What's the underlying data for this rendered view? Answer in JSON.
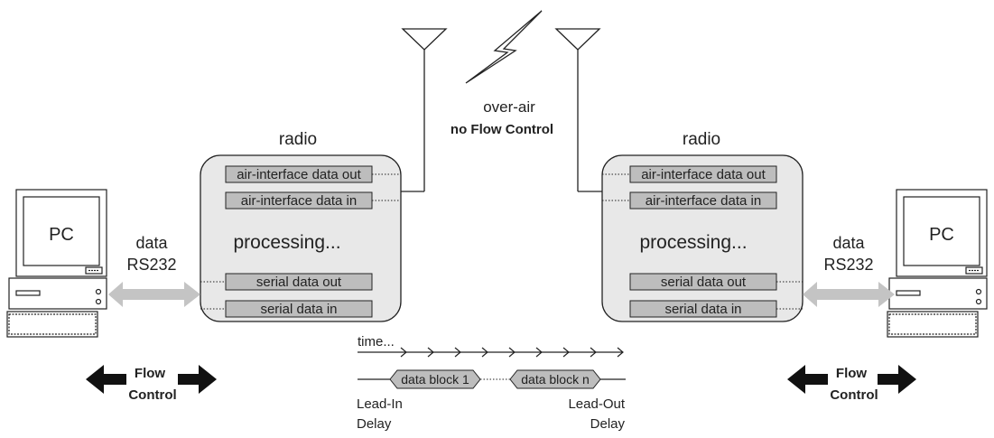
{
  "over_air": {
    "label": "over-air",
    "sublabel": "no Flow Control"
  },
  "radio_left": {
    "title": "radio",
    "rows": [
      "air-interface data out",
      "air-interface data in",
      "serial data out",
      "serial data in"
    ],
    "processing": "processing..."
  },
  "radio_right": {
    "title": "radio",
    "rows": [
      "air-interface data out",
      "air-interface data in",
      "serial data out",
      "serial data in"
    ],
    "processing": "processing..."
  },
  "pc_left": {
    "label": "PC"
  },
  "pc_right": {
    "label": "PC"
  },
  "link_left": {
    "line1": "data",
    "line2": "RS232"
  },
  "link_right": {
    "line1": "data",
    "line2": "RS232"
  },
  "flow_left": {
    "line1": "Flow",
    "line2": "Control"
  },
  "flow_right": {
    "line1": "Flow",
    "line2": "Control"
  },
  "timeline": {
    "time_label": "time...",
    "block_first": "data block 1",
    "block_last": "data block n",
    "lead_in": [
      "Lead-In",
      "Delay"
    ],
    "lead_out": [
      "Lead-Out",
      "Delay"
    ]
  },
  "colors": {
    "box_fill": "#e8e8e8",
    "row_fill": "#bdbdbd",
    "arrow_fill": "#c4c4c4",
    "line": "#222222"
  }
}
